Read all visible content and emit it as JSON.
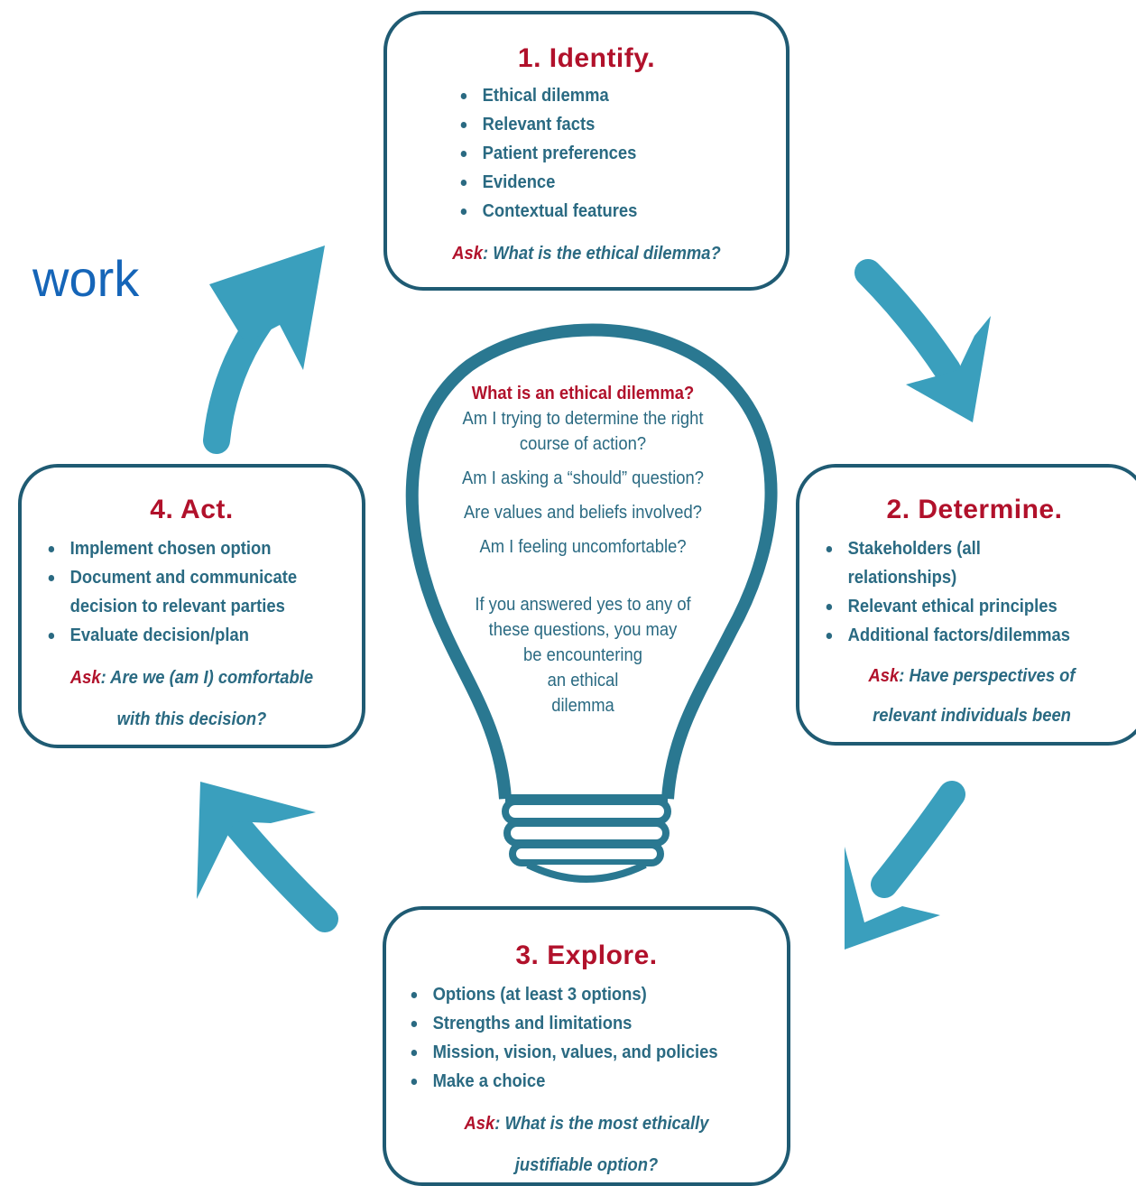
{
  "partial_heading": "work",
  "colors": {
    "accent_red": "#b1112b",
    "teal_text": "#2a6a82",
    "dark_teal_outline": "#1f5b73",
    "arrow_teal": "#3a9fbd",
    "heading_blue": "#1565b8"
  },
  "steps": {
    "identify": {
      "title": "1. Identify.",
      "items": [
        "Ethical dilemma",
        "Relevant facts",
        "Patient preferences",
        "Evidence",
        "Contextual features"
      ],
      "ask_label": "Ask",
      "ask_text": ": What is the ethical dilemma?"
    },
    "determine": {
      "title": "2. Determine.",
      "items": [
        "Stakeholders (all",
        "relationships)",
        "Relevant ethical principles",
        "Additional factors/dilemmas"
      ],
      "ask_label": "Ask",
      "ask_line1": ": Have perspectives of",
      "ask_line2": "relevant individuals been"
    },
    "explore": {
      "title": "3. Explore.",
      "items": [
        "Options (at least 3 options)",
        "Strengths and limitations",
        "Mission, vision, values, and policies",
        "Make a choice"
      ],
      "ask_label": "Ask",
      "ask_line1": ": What is the most ethically",
      "ask_line2": "justifiable option?"
    },
    "act": {
      "title": "4. Act.",
      "items": [
        "Implement chosen option",
        "Document and communicate",
        "decision to relevant parties",
        "Evaluate decision/plan"
      ],
      "ask_label": "Ask",
      "ask_line1": ": Are we (am I) comfortable",
      "ask_line2": "with this decision?"
    }
  },
  "center": {
    "title": "What is an ethical dilemma?",
    "q1_line1": "Am I trying to determine the right",
    "q1_line2": "course of action?",
    "q2": "Am I asking a “should” question?",
    "q3": "Are values and beliefs involved?",
    "q4": "Am I feeling uncomfortable?",
    "conclusion": [
      "If you answered yes to any of",
      "these questions, you may",
      "be encountering",
      "an ethical",
      "dilemma"
    ]
  }
}
